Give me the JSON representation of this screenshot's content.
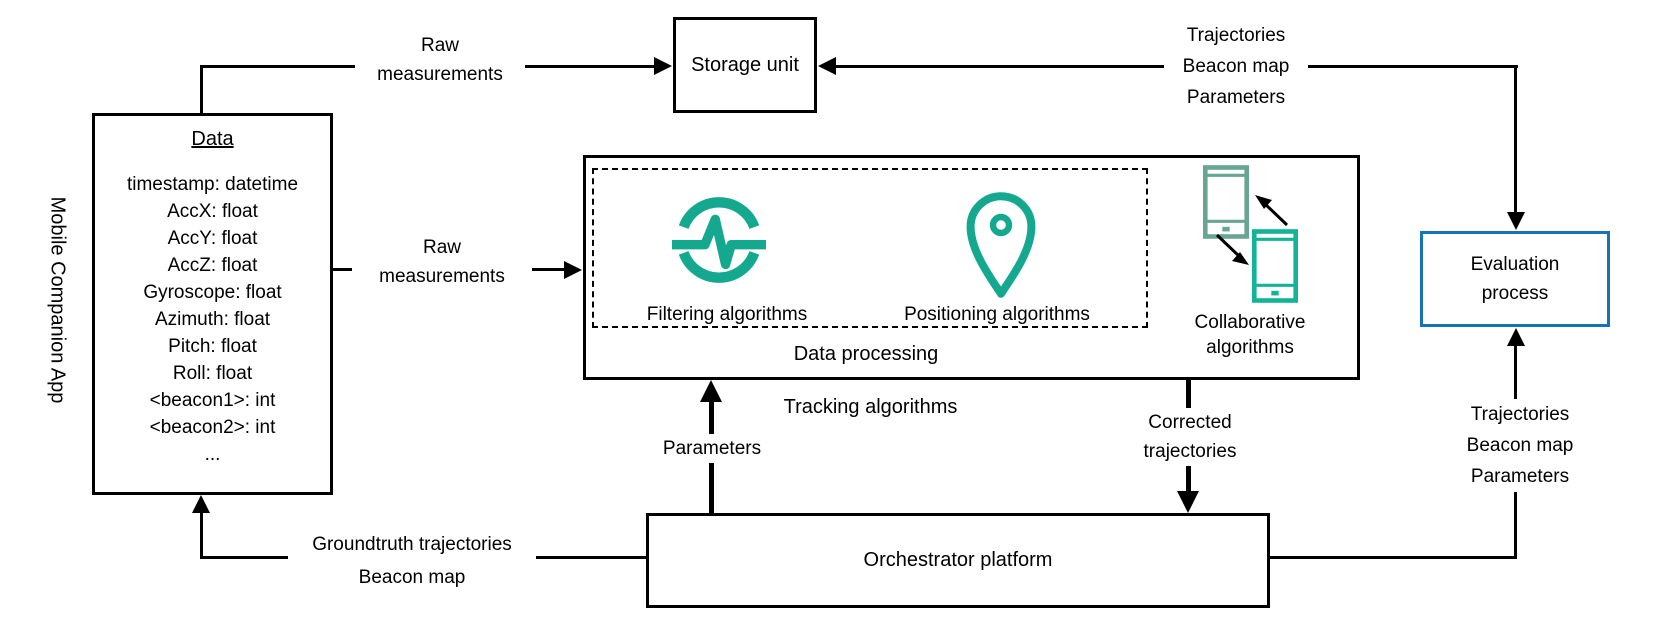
{
  "labels": {
    "mobile_app": "Mobile Companion App",
    "storage_unit": "Storage unit",
    "tracking": "Tracking algorithms",
    "orchestrator": "Orchestrator platform",
    "data_processing": "Data processing",
    "filtering": "Filtering algorithms",
    "positioning": "Positioning algorithms",
    "collaborative": [
      "Collaborative",
      "algorithms"
    ],
    "evaluation": [
      "Evaluation",
      "process"
    ]
  },
  "data_box": {
    "title": "Data",
    "fields": [
      "timestamp: datetime",
      "AccX: float",
      "AccY: float",
      "AccZ: float",
      "Gyroscope: float",
      "Azimuth: float",
      "Pitch: float",
      "Roll: float",
      "<beacon1>: int",
      "<beacon2>: int",
      "..."
    ]
  },
  "edges": {
    "raw_measurements": [
      "Raw",
      "measurements"
    ],
    "storage_inputs": [
      "Trajectories",
      "Beacon map",
      "Parameters"
    ],
    "parameters": "Parameters",
    "corrected": [
      "Corrected",
      "trajectories"
    ],
    "groundtruth": [
      "Groundtruth trajectories",
      "Beacon map"
    ]
  },
  "colors": {
    "teal": "#14a98f",
    "teal_bright": "#12b496",
    "teal_muted": "#68a593",
    "blue": "#1673b6",
    "line": "#000000"
  }
}
